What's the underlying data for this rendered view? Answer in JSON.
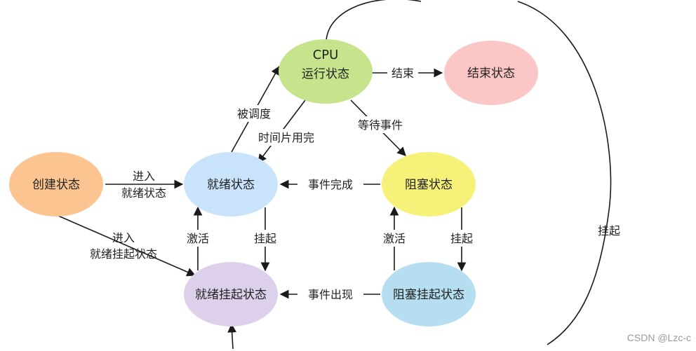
{
  "nodes": {
    "running": {
      "cpu": "CPU",
      "label": "运行状态",
      "color": "#c6e48b"
    },
    "terminated": {
      "label": "结束状态",
      "color": "#fbc6c6"
    },
    "created": {
      "label": "创建状态",
      "color": "#fbc490"
    },
    "ready": {
      "label": "就绪状态",
      "color": "#c9e3fb"
    },
    "blocked": {
      "label": "阻塞状态",
      "color": "#f6f279"
    },
    "ready_suspended": {
      "label": "就绪挂起状态",
      "color": "#dcd0ea"
    },
    "blocked_suspended": {
      "label": "阻塞挂起状态",
      "color": "#b5def0"
    }
  },
  "edges": {
    "end": "结束",
    "dispatch": "被调度",
    "timeout": "时间片用完",
    "wait_event": "等待事件",
    "enter_ready_1": "进入",
    "enter_ready_2": "就绪状态",
    "event_done": "事件完成",
    "activate_left": "激活",
    "suspend_left": "挂起",
    "activate_right": "激活",
    "suspend_right": "挂起",
    "enter_ready_suspended_1": "进入",
    "enter_ready_suspended_2": "就绪挂起状态",
    "event_occurs": "事件出现",
    "suspend_far_right": "挂起"
  },
  "watermark": "CSDN @Lzc-c"
}
